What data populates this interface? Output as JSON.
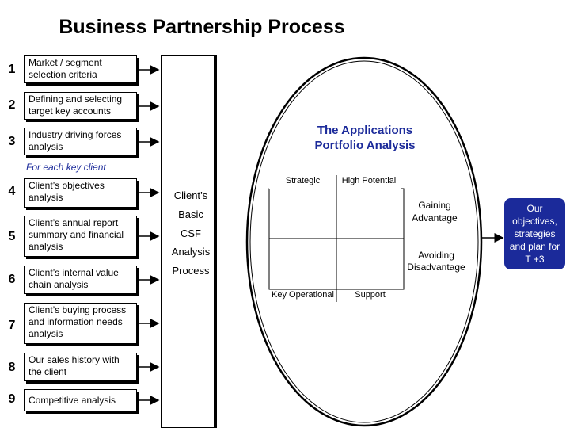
{
  "title": "Business Partnership Process",
  "steps": [
    {
      "num": "1",
      "label": "Market / segment selection criteria"
    },
    {
      "num": "2",
      "label": "Defining and selecting target key accounts"
    },
    {
      "num": "3",
      "label": "Industry driving forces analysis"
    },
    {
      "num": "4",
      "label": "Client’s objectives analysis"
    },
    {
      "num": "5",
      "label": "Client’s annual report summary and financial analysis"
    },
    {
      "num": "6",
      "label": "Client’s internal value chain analysis"
    },
    {
      "num": "7",
      "label": "Client’s buying process and information needs analysis"
    },
    {
      "num": "8",
      "label": "Our sales history with the client"
    },
    {
      "num": "9",
      "label": "Competitive analysis"
    }
  ],
  "for_each_note": "For each key client",
  "center_lines": [
    "Client’s",
    "Basic",
    "CSF",
    "Analysis",
    "Process"
  ],
  "portfolio_title_line1": "The Applications",
  "portfolio_title_line2": "Portfolio Analysis",
  "quadrants": {
    "top_left": "Strategic",
    "top_right": "High Potential",
    "bottom_left": "Key Operational",
    "bottom_right": "Support"
  },
  "gaining_line1": "Gaining",
  "gaining_line2": "Advantage",
  "avoiding_line1": "Avoiding",
  "avoiding_line2": "Disadvantage",
  "objectives": "Our objectives, strategies and plan for T +3",
  "colors": {
    "accent_blue": "#1b2a9a"
  }
}
